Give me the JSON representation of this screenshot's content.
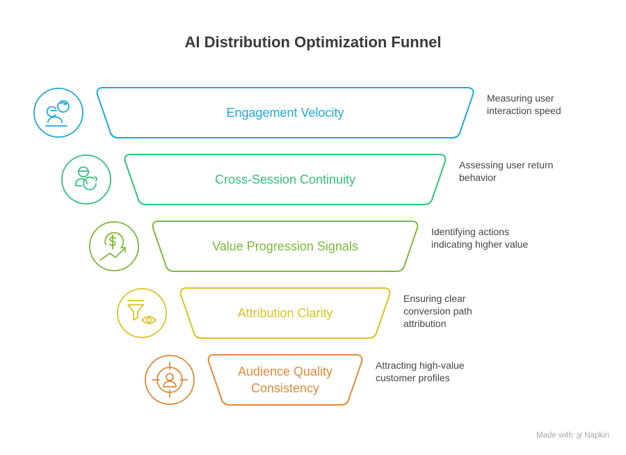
{
  "title": "AI Distribution Optimization Funnel",
  "stages": [
    {
      "label": "Engagement Velocity",
      "description": "Measuring user interaction speed",
      "description_lines": [
        "Measuring user",
        "interaction speed"
      ],
      "icon": "user-engagement-rotate-icon",
      "color": "#1ea8d6"
    },
    {
      "label": "Cross-Session Continuity",
      "description": "Assessing user return behavior",
      "description_lines": [
        "Assessing user return",
        "behavior"
      ],
      "icon": "user-return-icon",
      "color": "#34c07c"
    },
    {
      "label": "Value Progression Signals",
      "description": "Identifying actions indicating higher value",
      "description_lines": [
        "Identifying actions",
        "indicating higher value"
      ],
      "icon": "dollar-trend-up-icon",
      "color": "#7cb83a"
    },
    {
      "label": "Attribution Clarity",
      "description": "Ensuring clear conversion path attribution",
      "description_lines": [
        "Ensuring clear",
        "conversion path",
        "attribution"
      ],
      "icon": "funnel-eye-icon",
      "color": "#dcc21e"
    },
    {
      "label": "Audience Quality Consistency",
      "label_lines": [
        "Audience Quality",
        "Consistency"
      ],
      "description": "Attracting high-value customer profiles",
      "description_lines": [
        "Attracting high-value",
        "customer profiles"
      ],
      "icon": "target-user-icon",
      "color": "#e08936"
    }
  ],
  "footer": {
    "made_with": "Made with",
    "brand": "Napkin",
    "logo_icon": "napkin-logo-icon"
  }
}
